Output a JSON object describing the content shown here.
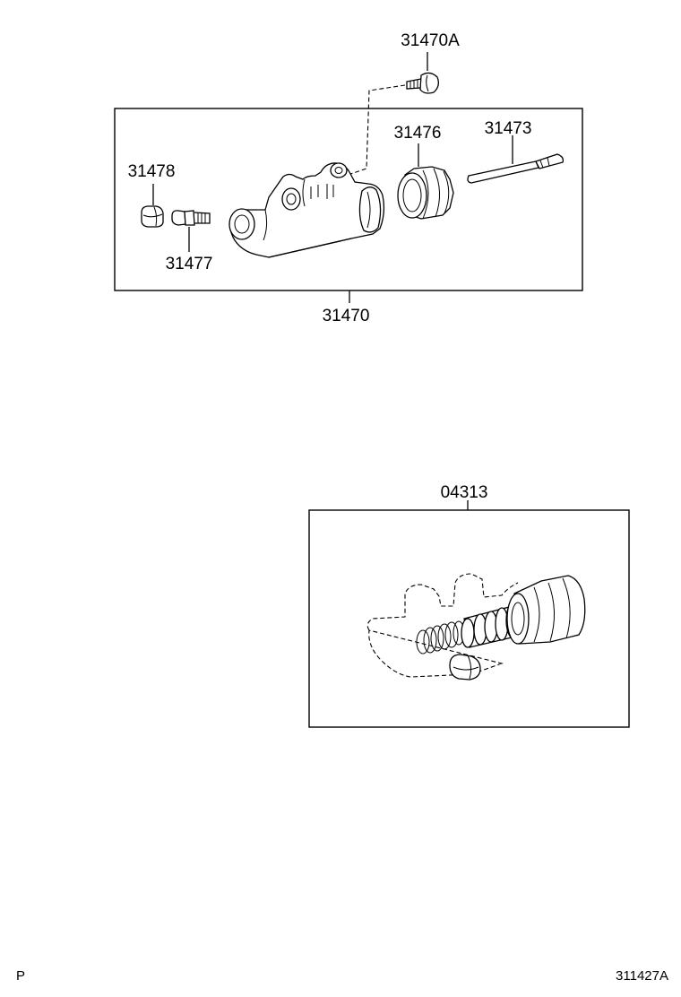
{
  "parts": {
    "bolt": "31470A",
    "cap": "31478",
    "bleeder_plug": "31477",
    "boot": "31476",
    "push_rod": "31473",
    "cylinder_assy": "31470",
    "repair_kit": "04313"
  },
  "footer": {
    "left_mark": "P",
    "figure_code": "311427A"
  }
}
